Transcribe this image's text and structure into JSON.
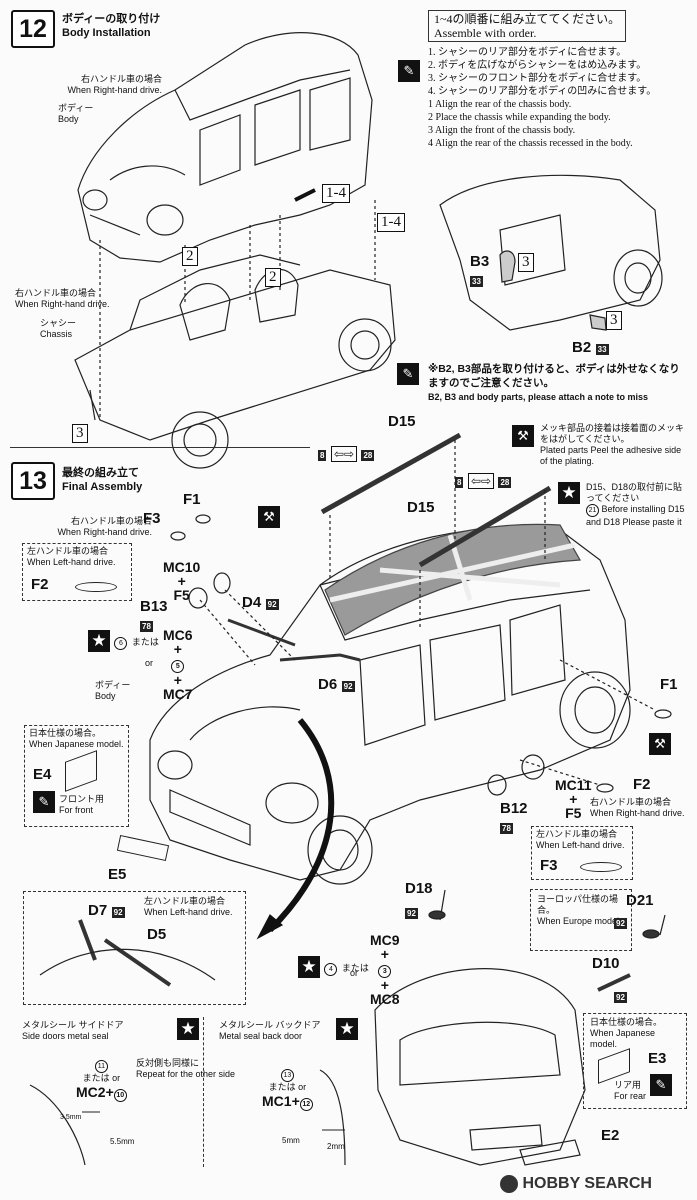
{
  "step12": {
    "number": "12",
    "title_jp": "ボディーの取り付け",
    "title_en": "Body Installation",
    "rhd_jp": "右ハンドル車の場合",
    "rhd_en": "When Right-hand drive.",
    "body_jp": "ボディー",
    "body_en": "Body",
    "rhd2_jp": "右ハンドル車の場合",
    "rhd2_en": "When Right-hand drive.",
    "chassis_jp": "シャシー",
    "chassis_en": "Chassis",
    "callout_1_4": "1-4",
    "callout_2": "2",
    "callout_3": "3",
    "order_title_jp": "1~4の順番に組み立ててください。",
    "order_title_en": "Assemble with order.",
    "steps_jp": [
      "1. シャシーのリア部分をボディに合せます。",
      "2. ボディを広げながらシャシーをはめ込みます。",
      "3. シャシーのフロント部分をボディに合せます。",
      "4. シャシーのリア部分をボディの凹みに合せます。"
    ],
    "steps_en": [
      "1 Align the rear of the chassis body.",
      "2 Place the chassis while expanding the body.",
      "3 Align the front of the chassis body.",
      "4 Align the rear of the chassis recessed in the body."
    ],
    "b3": "B3",
    "b2": "B2",
    "tag_33": "33",
    "note_jp": "※B2, B3部品を取り付けると、ボディは外せなくなりますのでご注意ください。",
    "note_en": "B2, B3 and body parts, please attach a note to miss"
  },
  "step13": {
    "number": "13",
    "title_jp": "最終の組み立て",
    "title_en": "Final Assembly",
    "plated_jp": "メッキ部品の接着は接着面のメッキをはがしてください。",
    "plated_en": "Plated parts Peel the adhesive side of the plating.",
    "star_note_jp": "D15、D18の取付前に貼ってください",
    "star_note_en": "Before installing D15 and D18 Please paste it",
    "star_note_circ": "21",
    "d15": "D15",
    "tag_8": "8",
    "tag_28": "28",
    "f1": "F1",
    "f3": "F3",
    "f2": "F2",
    "rhd_jp": "右ハンドル車の場合",
    "rhd_en": "When Right-hand drive.",
    "lhd_jp": "左ハンドル車の場合",
    "lhd_en": "When Left-hand drive.",
    "mc10": "MC10",
    "f5": "F5",
    "b13": "B13",
    "tag_78": "78",
    "d4": "D4",
    "tag_92": "92",
    "mc6": "MC6",
    "mc7": "MC7",
    "circ_6": "6",
    "circ_5": "5",
    "or_jp": "または",
    "or_en": "or",
    "d6": "D6",
    "body_jp": "ボディー",
    "body_en": "Body",
    "jpmodel_jp": "日本仕様の場合。",
    "jpmodel_en": "When Japanese model.",
    "e4": "E4",
    "front_jp": "フロント用",
    "front_en": "For front",
    "e5": "E5",
    "mc11": "MC11",
    "b12": "B12",
    "d7": "D7",
    "d5": "D5",
    "lhd2_jp": "左ハンドル車の場合",
    "lhd2_en": "When Left-hand drive.",
    "d18": "D18",
    "d21": "D21",
    "europe_jp": "ヨーロッパ仕様の場合。",
    "europe_en": "When Europe model.",
    "mc9": "MC9",
    "mc8": "MC8",
    "circ_4": "4",
    "circ_3": "3",
    "d10": "D10",
    "e3": "E3",
    "rear_jp": "リア用",
    "rear_en": "For rear",
    "e2": "E2",
    "seal_side_jp": "メタルシール サイドドア",
    "seal_side_en": "Side doors metal seal",
    "circ_11": "11",
    "mc2": "MC2",
    "circ_10": "10",
    "repeat_jp": "反対側も同様に",
    "repeat_en": "Repeat for the other side",
    "dim_35": "3.5mm",
    "dim_55": "5.5mm",
    "seal_back_jp": "メタルシール バックドア",
    "seal_back_en": "Metal seal back door",
    "circ_13": "13",
    "mc1": "MC1",
    "circ_12": "12",
    "dim_5": "5mm",
    "dim_2": "2mm"
  },
  "watermark": "HOBBY SEARCH"
}
